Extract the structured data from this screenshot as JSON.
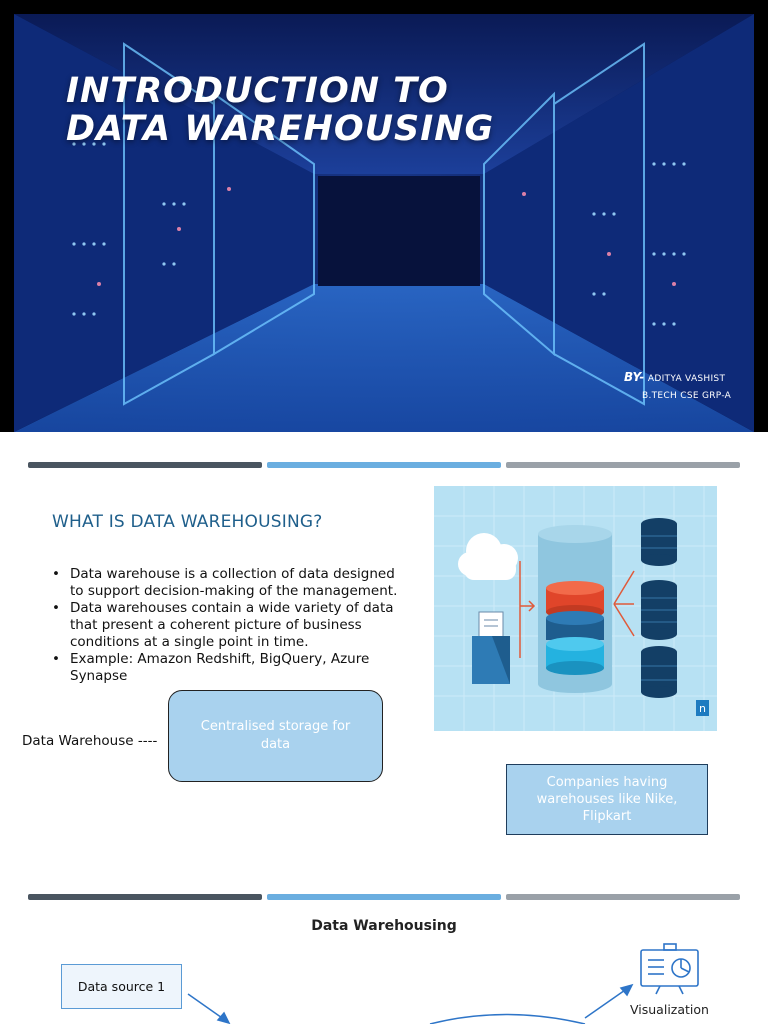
{
  "slide1": {
    "title_line1": "INTRODUCTION TO",
    "title_line2": "DATA WAREHOUSING",
    "by_label": "BY-",
    "author": "ADITYA VASHIST",
    "course": "B.TECH CSE GRP-A"
  },
  "slide2": {
    "heading": "WHAT IS DATA WAREHOUSING?",
    "bullets": [
      "Data warehouse is a collection of data designed to support decision-making of the management.",
      "Data warehouses contain a wide variety of data that present a coherent picture of business conditions at a single point in time.",
      "Example: Amazon Redshift, BigQuery, Azure Synapse"
    ],
    "label": "Data Warehouse ----",
    "central_box": "Centralised storage for data",
    "companies_box": "Companies having warehouses like Nike, Flipkart",
    "illustration_logo": "n"
  },
  "slide3": {
    "title": "Data Warehousing",
    "data_source_1": "Data source 1",
    "visualization": "Visualization"
  },
  "colors": {
    "bar_dark": "#4a5560",
    "bar_blue": "#6aaee0",
    "bar_gray": "#9aa1a8",
    "heading_blue": "#1f5f8b",
    "box_fill": "#a9d2ee"
  }
}
